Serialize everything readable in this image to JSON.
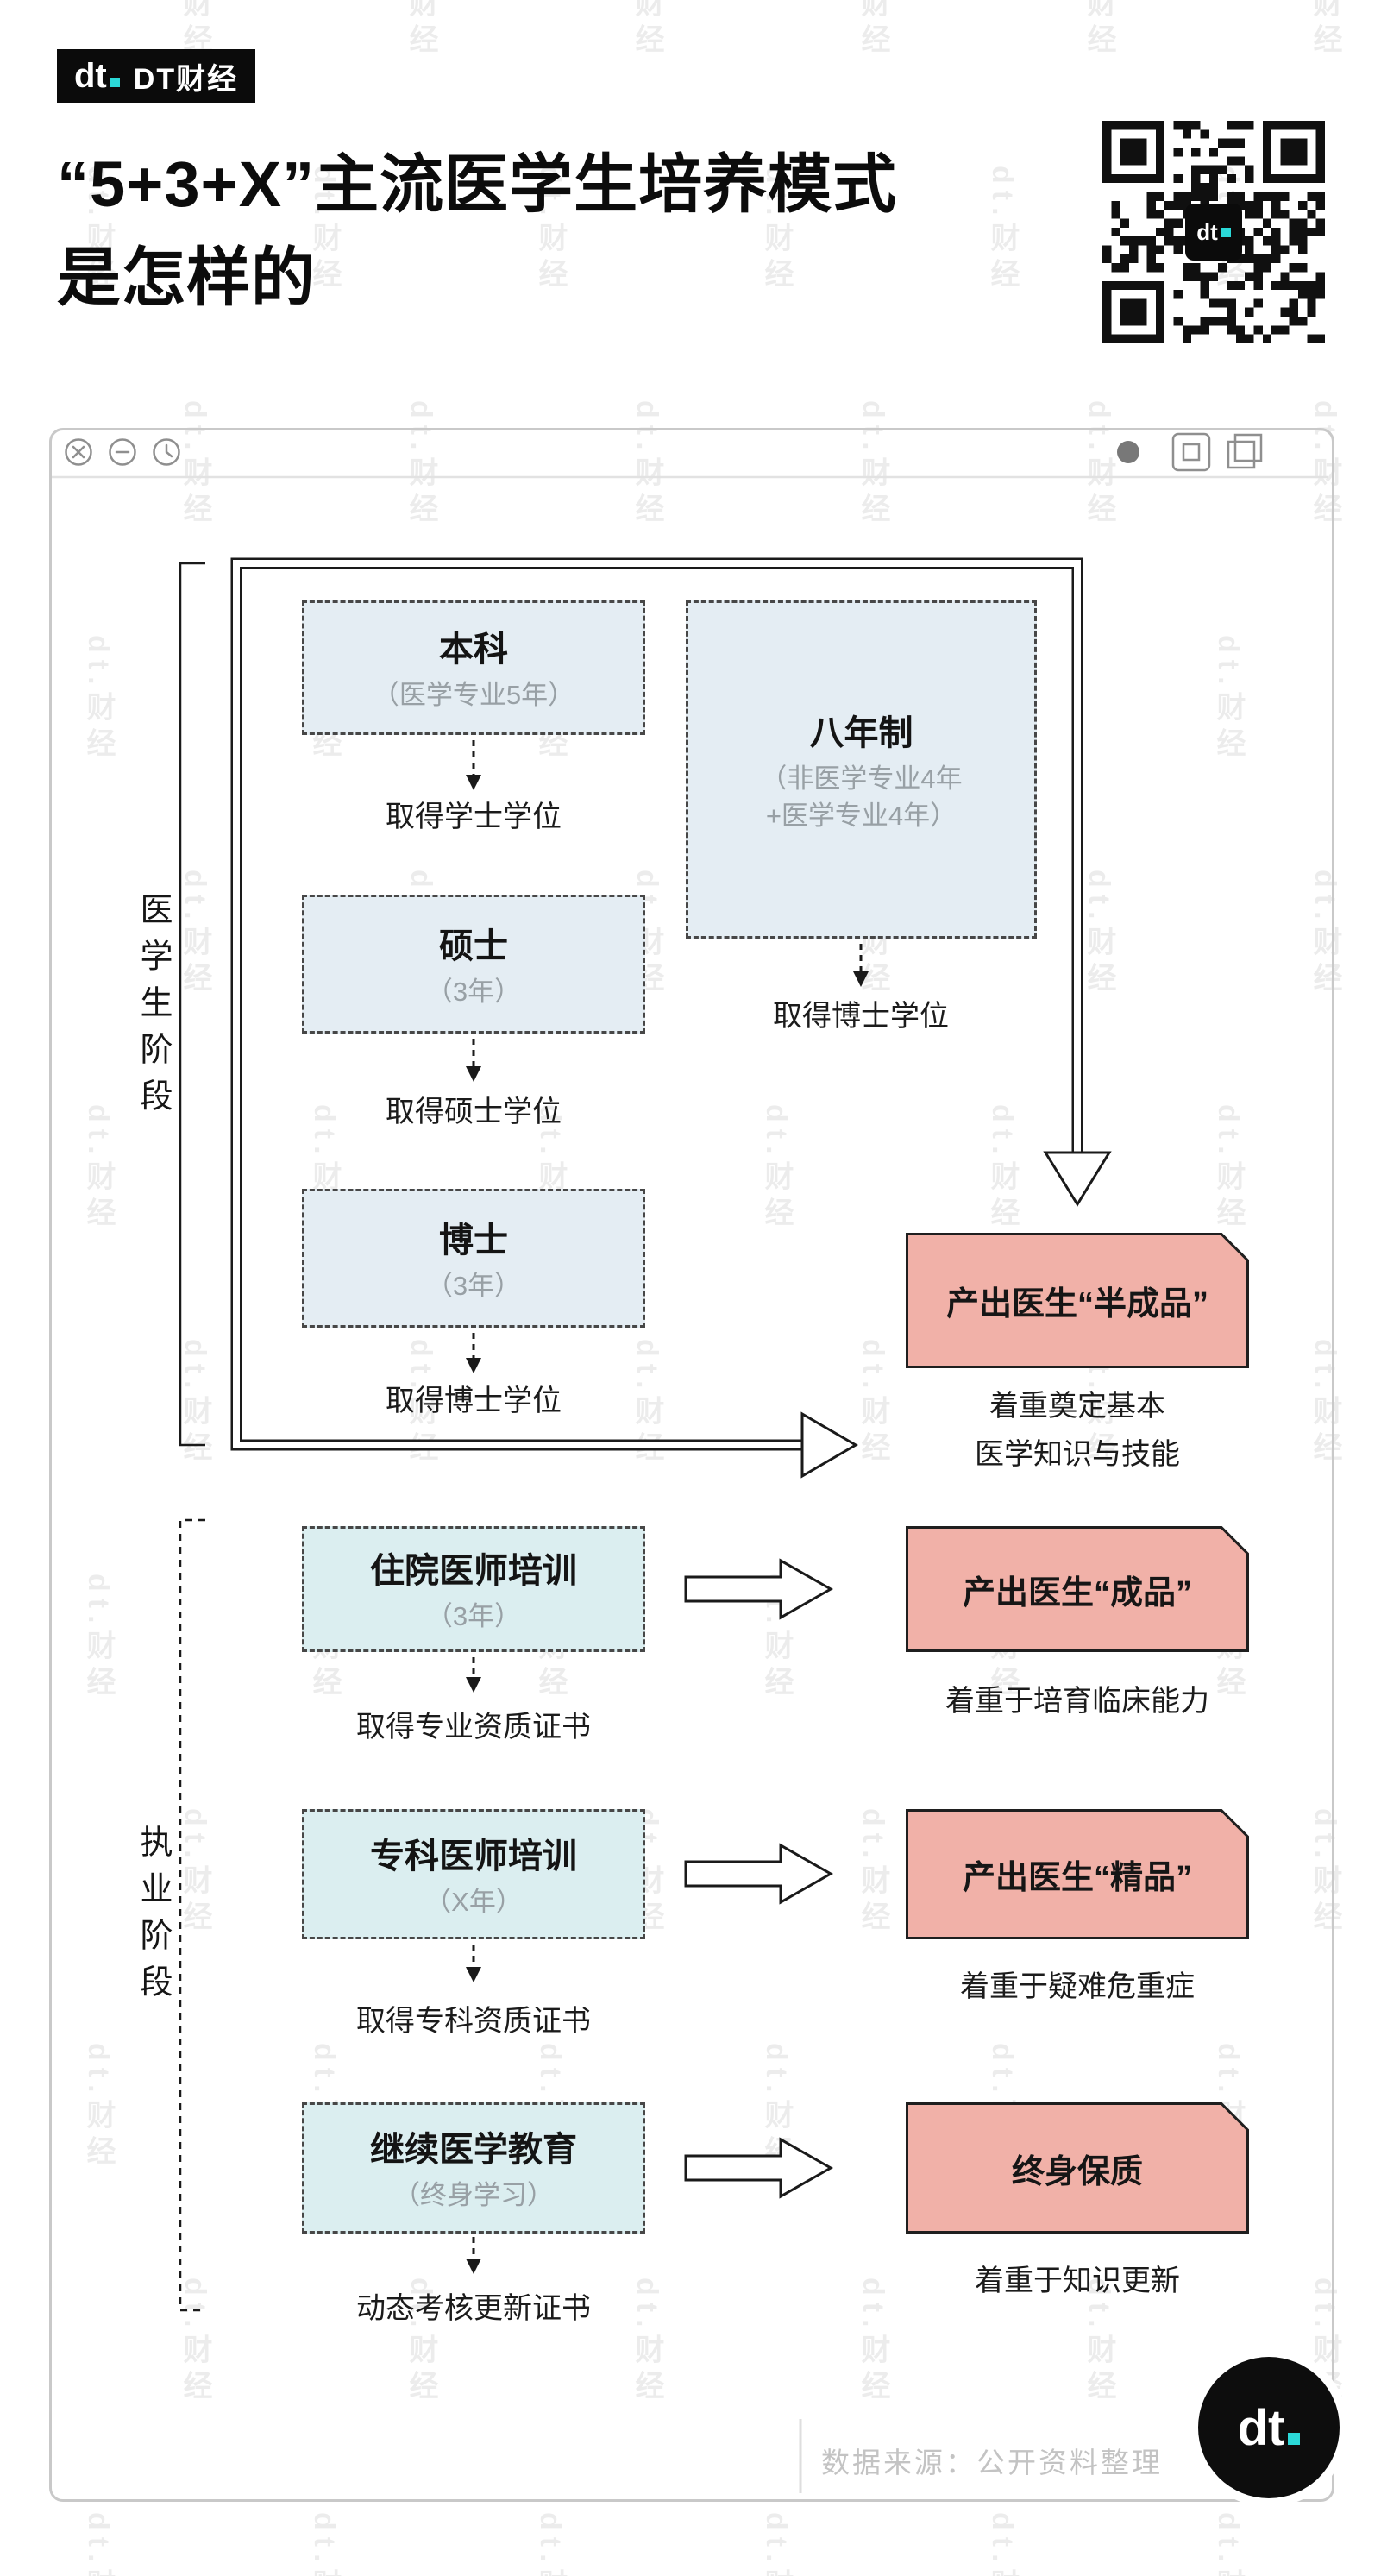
{
  "colors": {
    "accent": "#2BD9D8",
    "pale_blue": "#E4EDF3",
    "pale_cyan": "#DBEEF0",
    "pink": "#F1B1A8"
  },
  "watermark": {
    "text": "dt.财经"
  },
  "brand": {
    "logo_text": "dt",
    "logo_name": "DT财经"
  },
  "header": {
    "title_line1": "“5+3+X”主流医学生培养模式",
    "title_line2": "是怎样的"
  },
  "stages": {
    "stage1": "医学生阶段",
    "stage2": "执业阶段"
  },
  "academic": {
    "bachelor": {
      "title": "本科",
      "sub": "（医学专业5年）",
      "result": "取得学士学位"
    },
    "eight_year": {
      "title": "八年制",
      "sub1": "（非医学专业4年",
      "sub2": "+医学专业4年）",
      "result": "取得博士学位"
    },
    "master": {
      "title": "硕士",
      "sub": "（3年）",
      "result": "取得硕士学位"
    },
    "doctor": {
      "title": "博士",
      "sub": "（3年）",
      "result": "取得博士学位"
    },
    "output": {
      "title": "产出医生“半成品”",
      "note1": "着重奠定基本",
      "note2": "医学知识与技能"
    }
  },
  "practice": [
    {
      "title": "住院医师培训",
      "sub": "（3年）",
      "result": "取得专业资质证书",
      "output": "产出医生“成品”",
      "note": "着重于培育临床能力"
    },
    {
      "title": "专科医师培训",
      "sub": "（X年）",
      "result": "取得专科资质证书",
      "output": "产出医生“精品”",
      "note": "着重于疑难危重症"
    },
    {
      "title": "继续医学教育",
      "sub": "（终身学习）",
      "result": "动态考核更新证书",
      "output": "终身保质",
      "note": "着重于知识更新"
    }
  ],
  "footer": {
    "source": "数据来源：公开资料整理",
    "logo_text": "dt"
  }
}
